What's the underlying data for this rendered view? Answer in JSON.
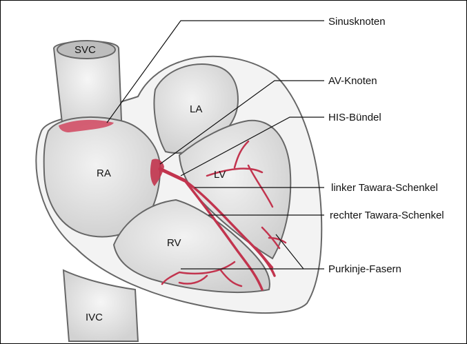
{
  "labels": {
    "sinus": "Sinusknoten",
    "av": "AV-Knoten",
    "his": "HIS-Bündel",
    "linker": "linker Tawara-Schenkel",
    "rechter": "rechter Tawara-Schenkel",
    "purkinje": "Purkinje-Fasern"
  },
  "chambers": {
    "svc": "SVC",
    "la": "LA",
    "ra": "RA",
    "lv": "LV",
    "rv": "RV",
    "ivc": "IVC"
  },
  "colors": {
    "conduction": "#c2344e",
    "tissue": "#e3e3e3",
    "outline": "#555555"
  }
}
